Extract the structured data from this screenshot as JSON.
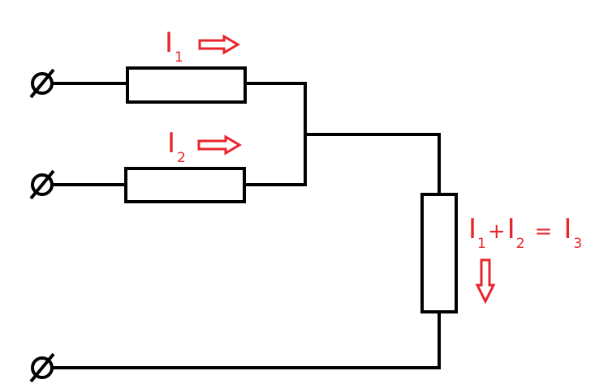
{
  "colors": {
    "wire": "#000000",
    "annotation": "#e8252a",
    "background": "#ffffff"
  },
  "labels": {
    "i1": {
      "main": "I",
      "sub": "1"
    },
    "i2": {
      "main": "I",
      "sub": "2"
    },
    "equation": {
      "a_main": "I",
      "a_sub": "1",
      "plus": "+",
      "b_main": "I",
      "b_sub": "2",
      "equals": "=",
      "c_main": "I",
      "c_sub": "3"
    }
  },
  "icons": {
    "terminal": "terminal-circle-slash-icon",
    "arrow_right": "hollow-arrow-right-icon",
    "arrow_down": "hollow-arrow-down-icon"
  }
}
